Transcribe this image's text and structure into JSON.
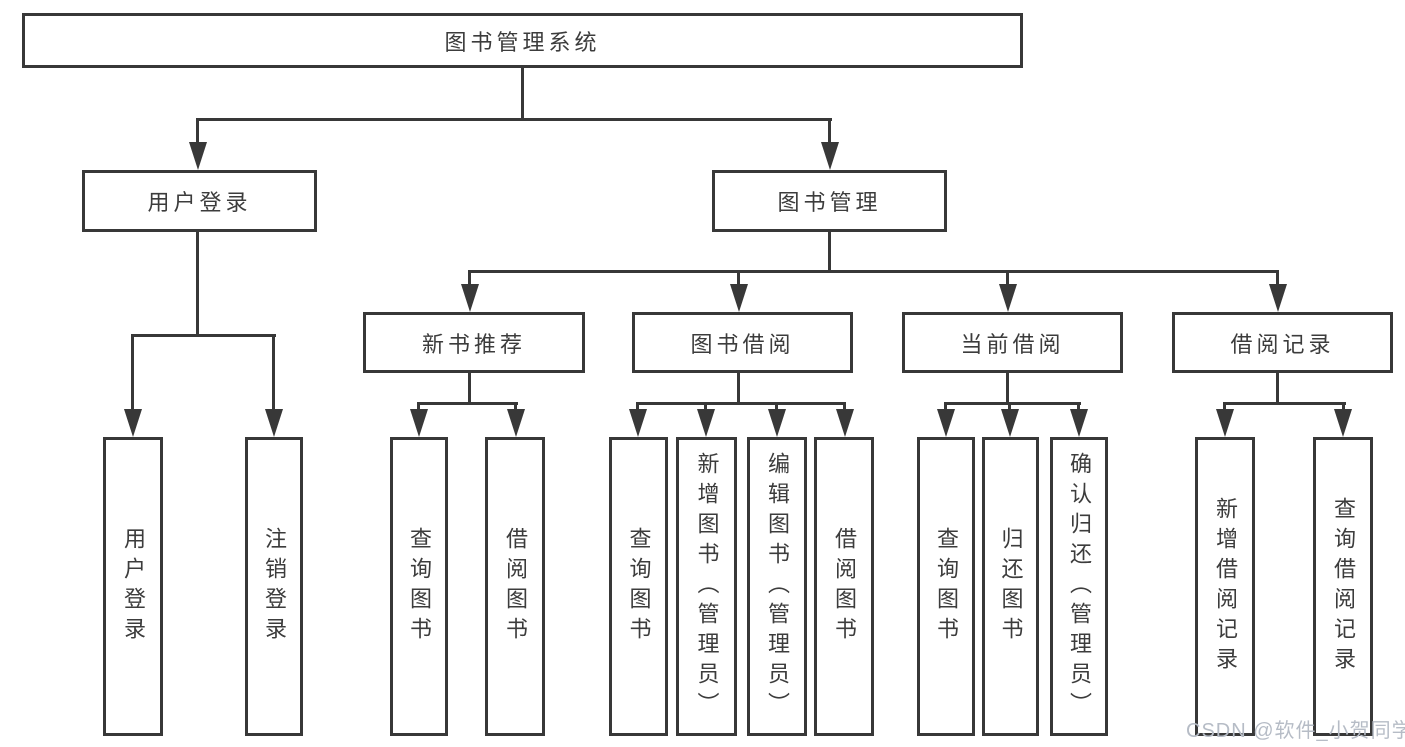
{
  "colors": {
    "line": "#383838",
    "text": "#3c3c3c",
    "box_background": "#ffffff",
    "watermark": "#b6bcc6",
    "page_background": "#ffffff"
  },
  "nodes": {
    "root": "图书管理系统",
    "user_login_branch": "用户登录",
    "book_management": "图书管理",
    "new_book_recommend": "新书推荐",
    "book_borrowing": "图书借阅",
    "current_borrowing": "当前借阅",
    "borrowing_records": "借阅记录",
    "leaf_user_login": "用户登录",
    "leaf_logout": "注销登录",
    "leaf_query_books_recommend": "查询图书",
    "leaf_borrow_books_recommend": "借阅图书",
    "leaf_query_books_borrowing": "查询图书",
    "leaf_add_books_admin": "新增图书（管理员）",
    "leaf_edit_books_admin": "编辑图书（管理员）",
    "leaf_borrow_books_borrowing": "借阅图书",
    "leaf_query_books_current": "查询图书",
    "leaf_return_books": "归还图书",
    "leaf_confirm_return_admin": "确认归还（管理员）",
    "leaf_add_borrow_record": "新增借阅记录",
    "leaf_query_borrow_record": "查询借阅记录"
  },
  "watermark": {
    "text": "CSDN @软件_小贺同学"
  }
}
